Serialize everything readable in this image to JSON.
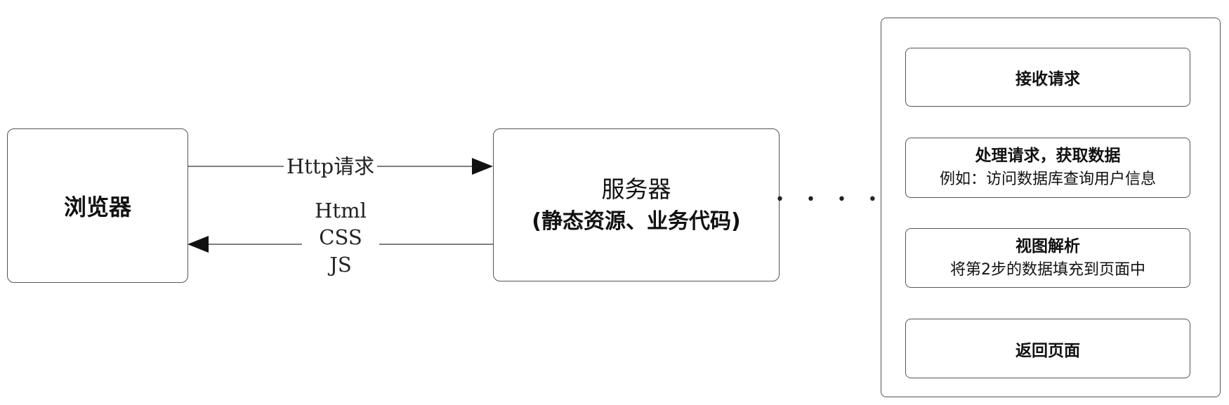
{
  "browser": {
    "label": "浏览器"
  },
  "server": {
    "title": "服务器",
    "subtitle": "(静态资源、业务代码)"
  },
  "edges": {
    "request_label": "Http请求",
    "response_lines": [
      "Html",
      "CSS",
      "JS"
    ]
  },
  "connector": "• • • •",
  "pipeline": {
    "steps": [
      {
        "title": "接收请求"
      },
      {
        "title": "处理请求，获取数据",
        "detail": "例如：访问数据库查询用户信息"
      },
      {
        "title": "视图解析",
        "detail": "将第2步的数据填充到页面中"
      },
      {
        "title": "返回页面"
      }
    ]
  },
  "colors": {
    "line": "#555555",
    "arrow": "#111111",
    "background": "#ffffff"
  }
}
